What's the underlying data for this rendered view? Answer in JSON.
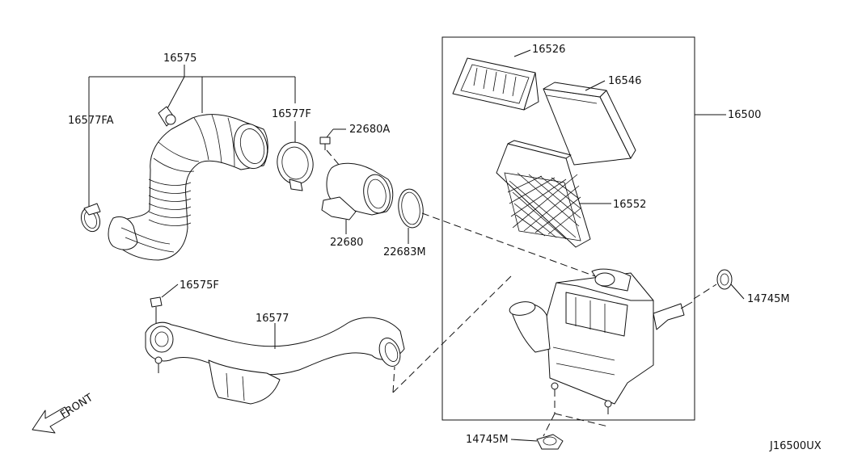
{
  "diagram_id": "J16500UX",
  "front_label": "FRONT",
  "part_numbers": {
    "p16575": "16575",
    "p16577FA": "16577FA",
    "p16577F": "16577F",
    "p22680A": "22680A",
    "p22680": "22680",
    "p22683M": "22683M",
    "p16575F": "16575F",
    "p16577": "16577",
    "p16526": "16526",
    "p16546": "16546",
    "p16500": "16500",
    "p16552": "16552",
    "p14745M_right": "14745M",
    "p14745M_bottom": "14745M"
  }
}
